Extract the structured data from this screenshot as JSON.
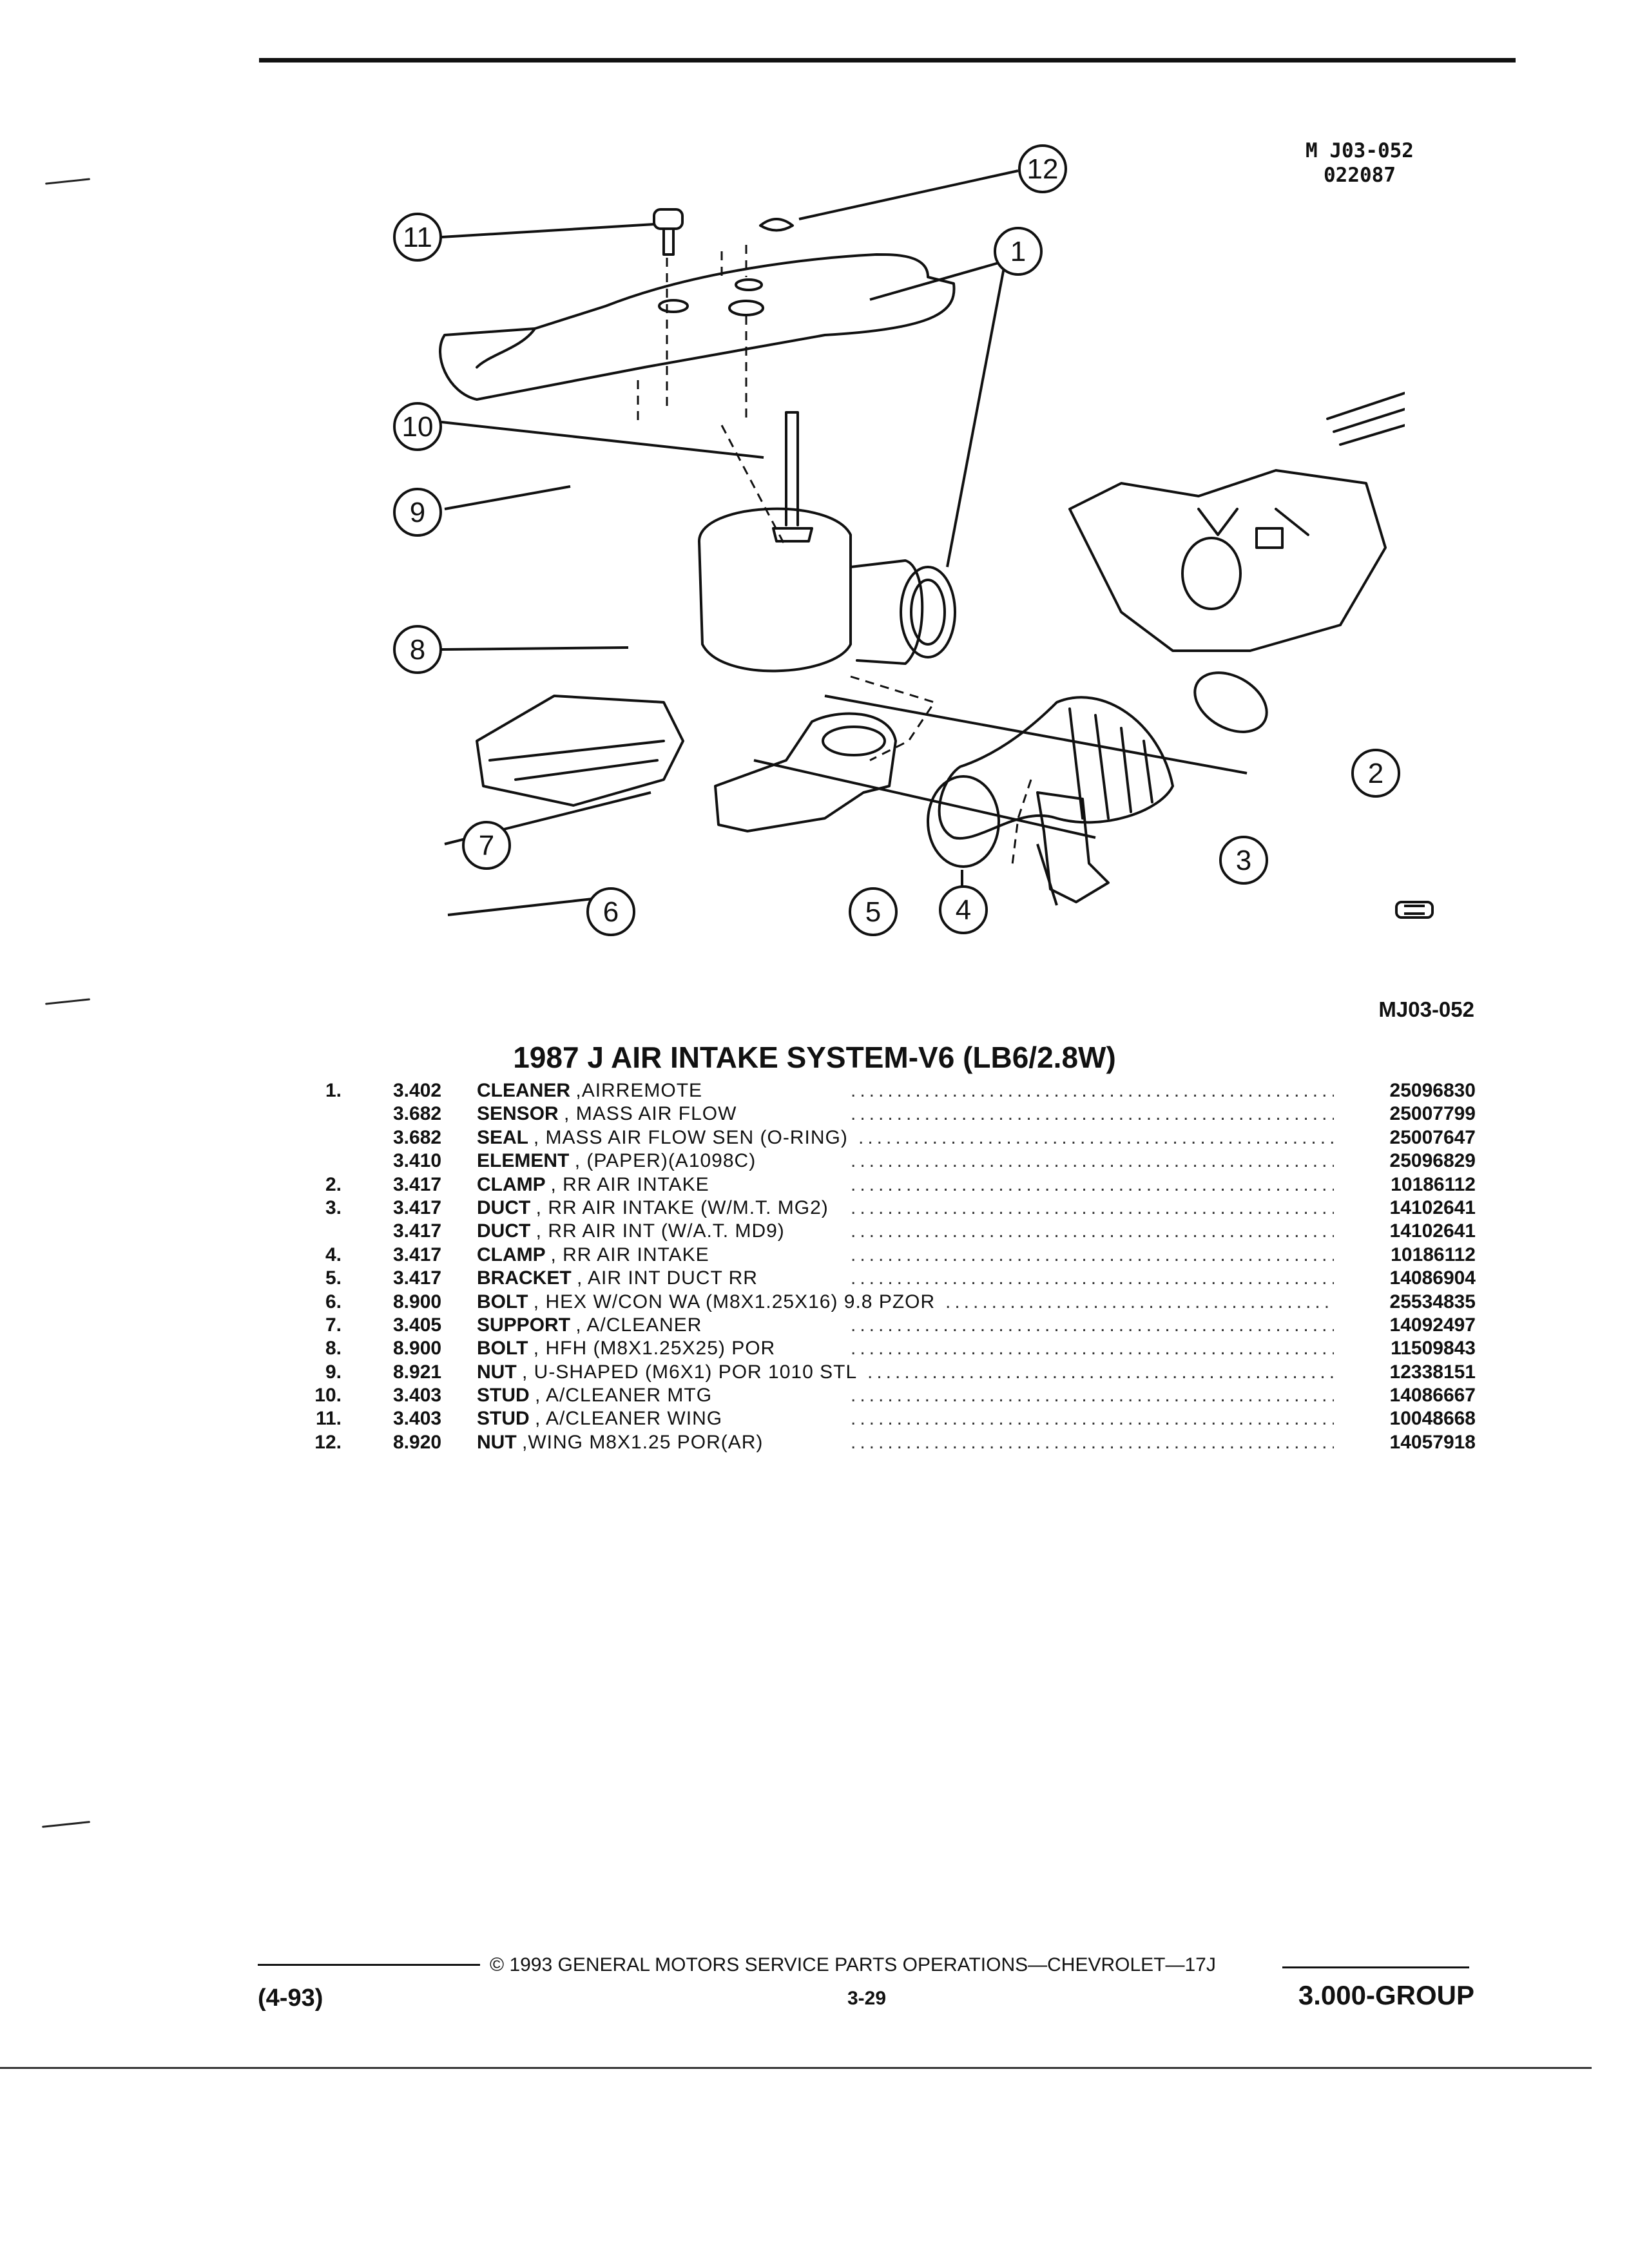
{
  "header": {
    "illustration_code": "M J03-052",
    "illustration_date": "022087"
  },
  "diagram": {
    "callouts": [
      "1",
      "2",
      "3",
      "4",
      "5",
      "6",
      "7",
      "8",
      "9",
      "10",
      "11",
      "12"
    ]
  },
  "figure_ref": "MJ03-052",
  "title": "1987 J AIR INTAKE SYSTEM-V6 (LB6/2.8W)",
  "parts": [
    {
      "num": "1.",
      "group": "3.402",
      "name": "CLEANER",
      "desc": ",AIRREMOTE",
      "part": "25096830"
    },
    {
      "num": "",
      "group": "3.682",
      "name": "SENSOR",
      "desc": ", MASS AIR FLOW",
      "part": "25007799"
    },
    {
      "num": "",
      "group": "3.682",
      "name": "SEAL",
      "desc": ", MASS AIR FLOW SEN (O-RING)",
      "part": "25007647"
    },
    {
      "num": "",
      "group": "3.410",
      "name": "ELEMENT",
      "desc": ", (PAPER)(A1098C)",
      "part": "25096829"
    },
    {
      "num": "2.",
      "group": "3.417",
      "name": "CLAMP",
      "desc": ", RR AIR INTAKE",
      "part": "10186112"
    },
    {
      "num": "3.",
      "group": "3.417",
      "name": "DUCT",
      "desc": ", RR AIR INTAKE (W/M.T. MG2)",
      "part": "14102641"
    },
    {
      "num": "",
      "group": "3.417",
      "name": "DUCT",
      "desc": ", RR AIR INT (W/A.T. MD9)",
      "part": "14102641"
    },
    {
      "num": "4.",
      "group": "3.417",
      "name": "CLAMP",
      "desc": ", RR AIR INTAKE",
      "part": "10186112"
    },
    {
      "num": "5.",
      "group": "3.417",
      "name": "BRACKET",
      "desc": ", AIR INT DUCT RR",
      "part": "14086904"
    },
    {
      "num": "6.",
      "group": "8.900",
      "name": "BOLT",
      "desc": ", HEX W/CON WA (M8X1.25X16) 9.8 PZOR",
      "part": "25534835"
    },
    {
      "num": "7.",
      "group": "3.405",
      "name": "SUPPORT",
      "desc": ", A/CLEANER",
      "part": "14092497"
    },
    {
      "num": "8.",
      "group": "8.900",
      "name": "BOLT",
      "desc": ", HFH (M8X1.25X25) POR",
      "part": "11509843"
    },
    {
      "num": "9.",
      "group": "8.921",
      "name": "NUT",
      "desc": ", U-SHAPED (M6X1) POR 1010 STL",
      "part": "12338151"
    },
    {
      "num": "10.",
      "group": "3.403",
      "name": "STUD",
      "desc": ", A/CLEANER MTG",
      "part": "14086667"
    },
    {
      "num": "11.",
      "group": "3.403",
      "name": "STUD",
      "desc": ", A/CLEANER WING",
      "part": "10048668"
    },
    {
      "num": "12.",
      "group": "8.920",
      "name": "NUT",
      "desc": ",WING M8X1.25 POR(AR)",
      "part": "14057918"
    }
  ],
  "footer": {
    "copyright": "© 1993 GENERAL MOTORS SERVICE PARTS OPERATIONS—CHEVROLET—17J",
    "date_code": "(4-93)",
    "page": "3-29",
    "group": "3.000-GROUP"
  }
}
